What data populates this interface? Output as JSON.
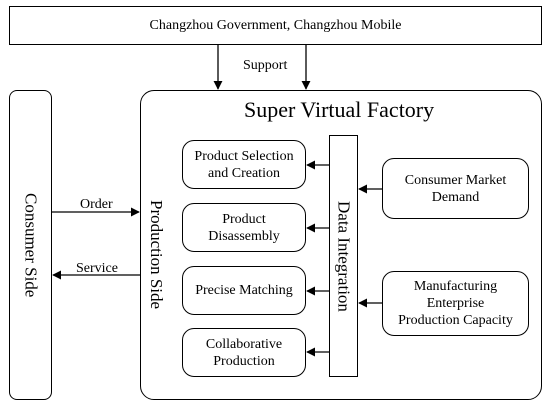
{
  "top_bar": {
    "label": "Changzhou Government, Changzhou Mobile"
  },
  "support_label": "Support",
  "factory": {
    "title": "Super Virtual Factory"
  },
  "consumer_side": {
    "label": "Consumer Side"
  },
  "production_side": {
    "label": "Production Side"
  },
  "data_integration": {
    "label": "Data Integration"
  },
  "flows": {
    "order": "Order",
    "service": "Service"
  },
  "processes": [
    "Product Selection\nand Creation",
    "Product\nDisassembly",
    "Precise Matching",
    "Collaborative\nProduction"
  ],
  "inputs": [
    "Consumer Market\nDemand",
    "Manufacturing\nEnterprise\nProduction Capacity"
  ]
}
